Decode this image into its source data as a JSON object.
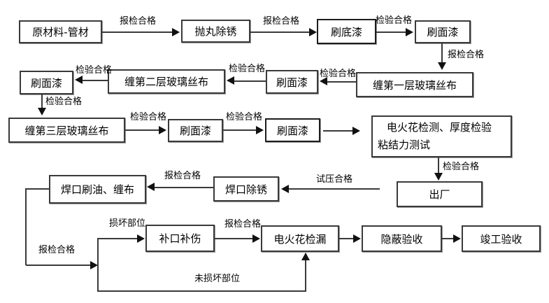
{
  "colors": {
    "background": "#ffffff",
    "box_border": "#3a3a3a",
    "line": "#3a3a3a",
    "arrowhead": "#111111",
    "text": "#000000"
  },
  "nodes": [
    {
      "id": "raw-material-pipe",
      "label": "原材料-管材"
    },
    {
      "id": "shot-blast-derust",
      "label": "抛丸除锈"
    },
    {
      "id": "brush-primer",
      "label": "刷底漆"
    },
    {
      "id": "brush-topcoat-1",
      "label": "刷面漆"
    },
    {
      "id": "wrap-fiberglass-layer-1",
      "label": "缠第一层玻璃丝布"
    },
    {
      "id": "brush-topcoat-2",
      "label": "刷面漆"
    },
    {
      "id": "wrap-fiberglass-layer-2",
      "label": "缠第二层玻璃丝布"
    },
    {
      "id": "brush-topcoat-3",
      "label": "刷面漆"
    },
    {
      "id": "wrap-fiberglass-layer-3",
      "label": "缠第三层玻璃丝布"
    },
    {
      "id": "brush-topcoat-4",
      "label": "刷面漆"
    },
    {
      "id": "brush-topcoat-5",
      "label": "刷面漆"
    },
    {
      "id": "spark-thickness-adhesion-test",
      "line1": "电火花检测、厚度检验",
      "line2": "粘结力测试"
    },
    {
      "id": "leave-factory",
      "label": "出厂"
    },
    {
      "id": "weld-joint-derust",
      "label": "焊口除锈"
    },
    {
      "id": "weld-joint-oil-wrap",
      "label": "焊口刷油、缠布"
    },
    {
      "id": "joint-damage-repair",
      "label": "补口补伤"
    },
    {
      "id": "spark-leak-detection",
      "label": "电火花检漏"
    },
    {
      "id": "concealed-work-acceptance",
      "label": "隐蔽验收"
    },
    {
      "id": "completion-acceptance",
      "label": "竣工验收"
    }
  ],
  "labels": {
    "a1": "报检合格",
    "a2": "报检合格",
    "a3": "检验合格",
    "d1": "报检合格",
    "a4": "检验合格",
    "a5": "检验合格",
    "a6": "检验合格",
    "d2": "检验合格",
    "a7": "检验合格",
    "a8": "检验合格",
    "d3": "检验合格",
    "a10": "试压合格",
    "a11": "报检合格",
    "e1": "报检合格",
    "damaged": "损坏部位",
    "a12": "报检合格",
    "undamaged": "未损坏部位"
  }
}
